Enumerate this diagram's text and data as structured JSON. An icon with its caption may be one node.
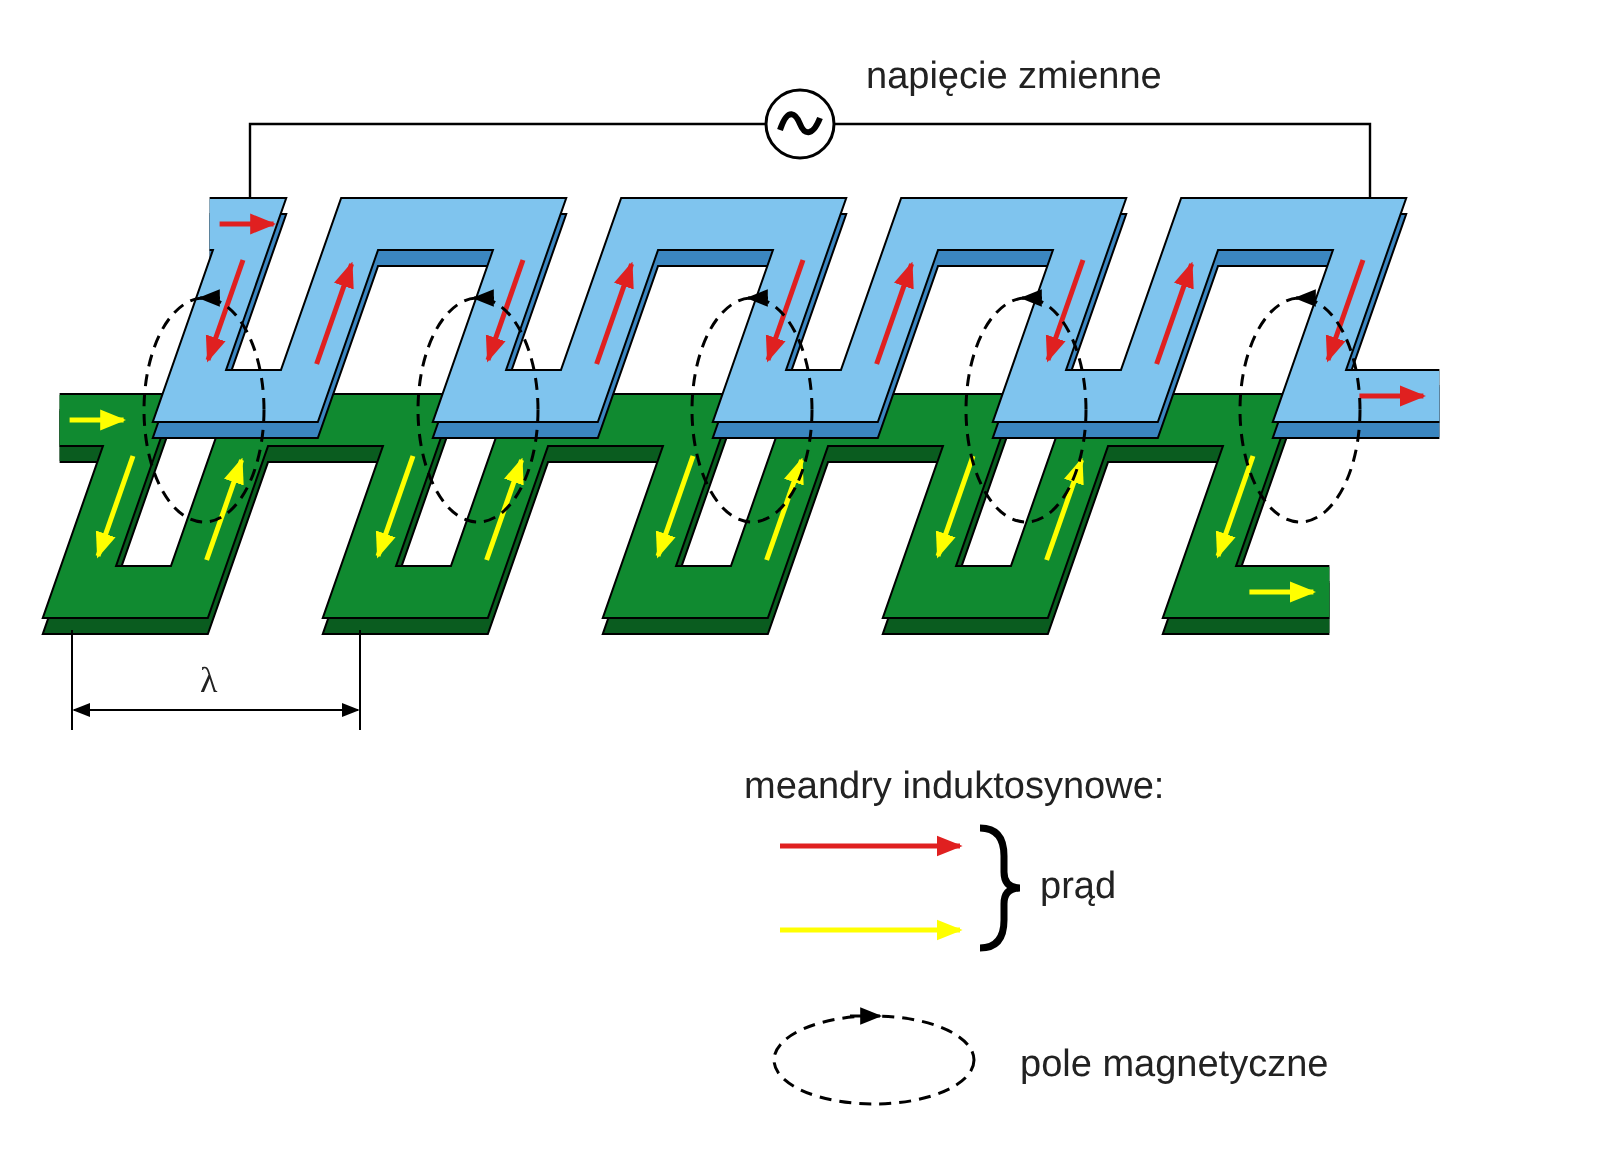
{
  "diagram": {
    "nodes": [
      {
        "text": [],
        "shape": "circle",
        "beside": [
          "napięcie zmienne"
        ]
      },
      {
        "text": [],
        "shape": "picture"
      }
    ],
    "edges": [
      {
        "from": 0,
        "to": 1,
        "arrow": "none"
      },
      {
        "from": 0,
        "to": 1,
        "arrow": "none"
      }
    ],
    "labels": [
      "λ",
      "meandry induktosynowe:"
    ],
    "legend": [
      {
        "text": "prąd"
      },
      {
        "text": "pole magnetyczne"
      }
    ]
  }
}
